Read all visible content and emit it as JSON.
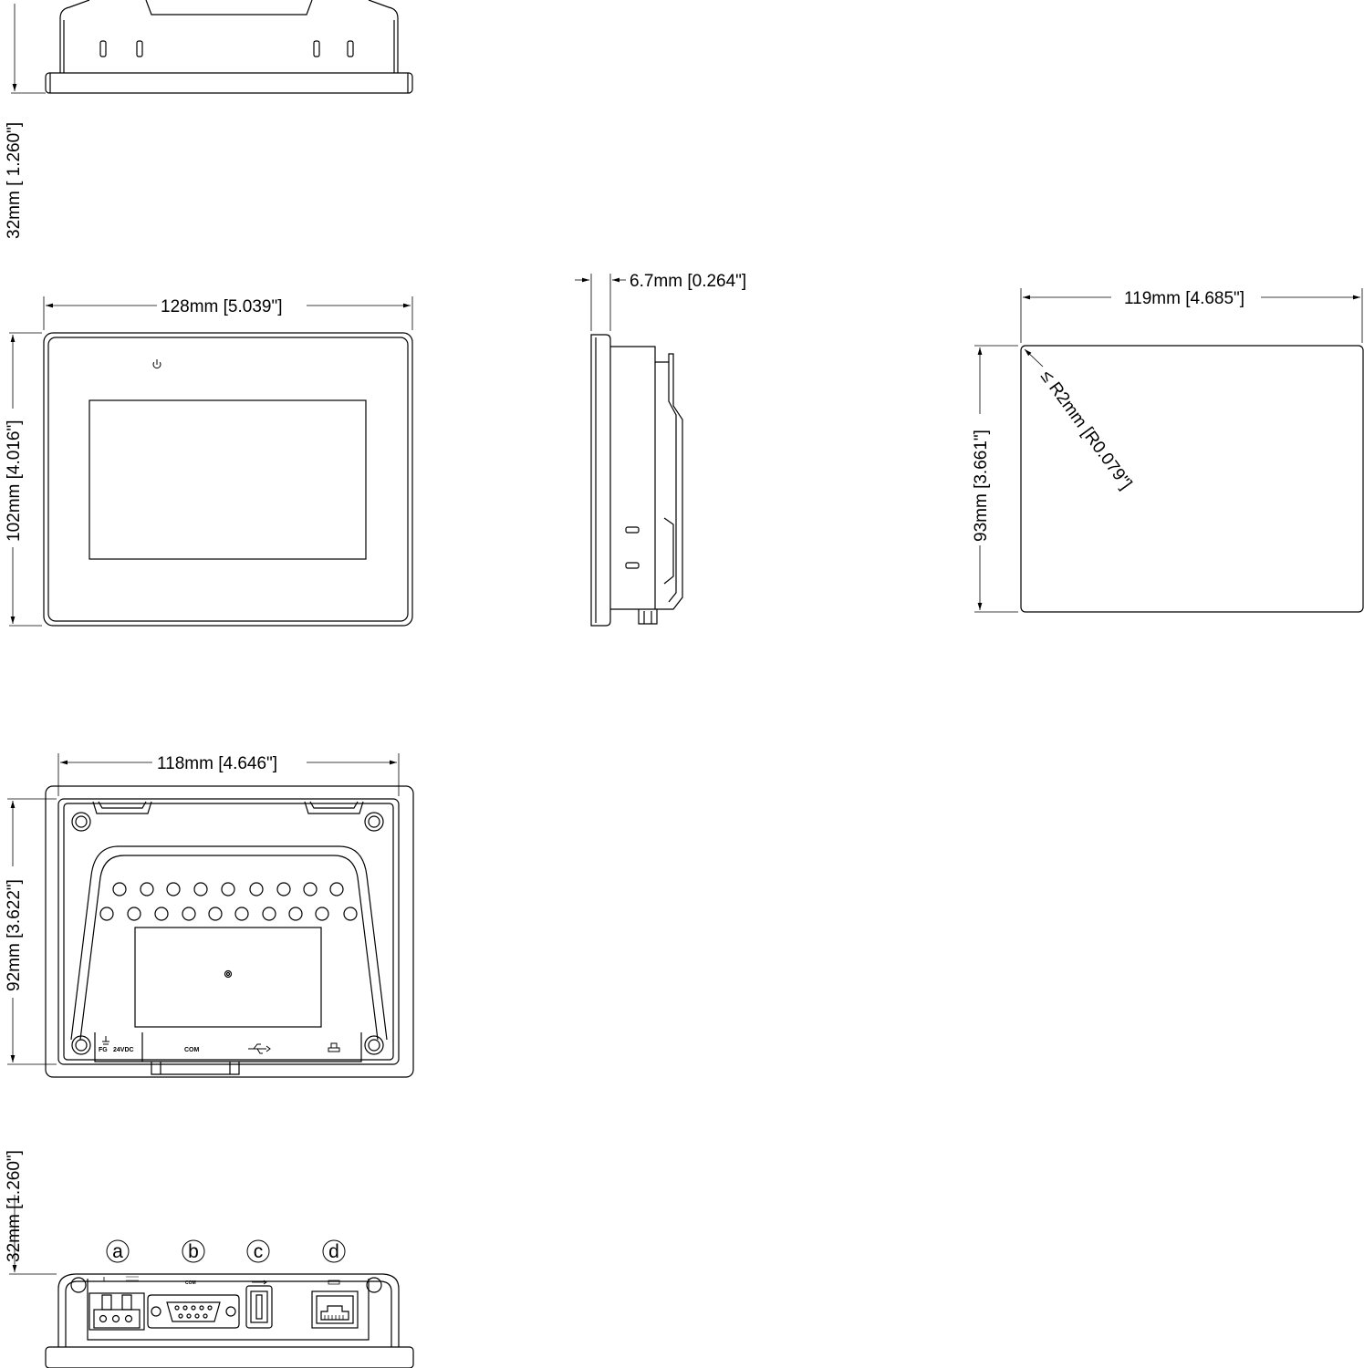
{
  "dimensions": {
    "top_height": "32mm [ 1.260\"]",
    "front_width": "128mm [5.039\"]",
    "front_height": "102mm [4.016\"]",
    "side_depth": "6.7mm [0.264\"]",
    "cutout_width": "119mm [4.685\"]",
    "cutout_height": "93mm [3.661\"]",
    "cutout_radius": "≤ R2mm [R0.079\"]",
    "rear_width": "118mm [4.646\"]",
    "rear_height": "92mm [3.622\"]",
    "bottom_height": "32mm [1.260\"]"
  },
  "rear_ports": {
    "fg": "FG",
    "dc": "24VDC",
    "com": "COM"
  },
  "bottom_ports": {
    "com": "COM"
  },
  "callouts": [
    "a",
    "b",
    "c",
    "d"
  ],
  "colors": {
    "line": "#000000",
    "background": "#ffffff"
  }
}
